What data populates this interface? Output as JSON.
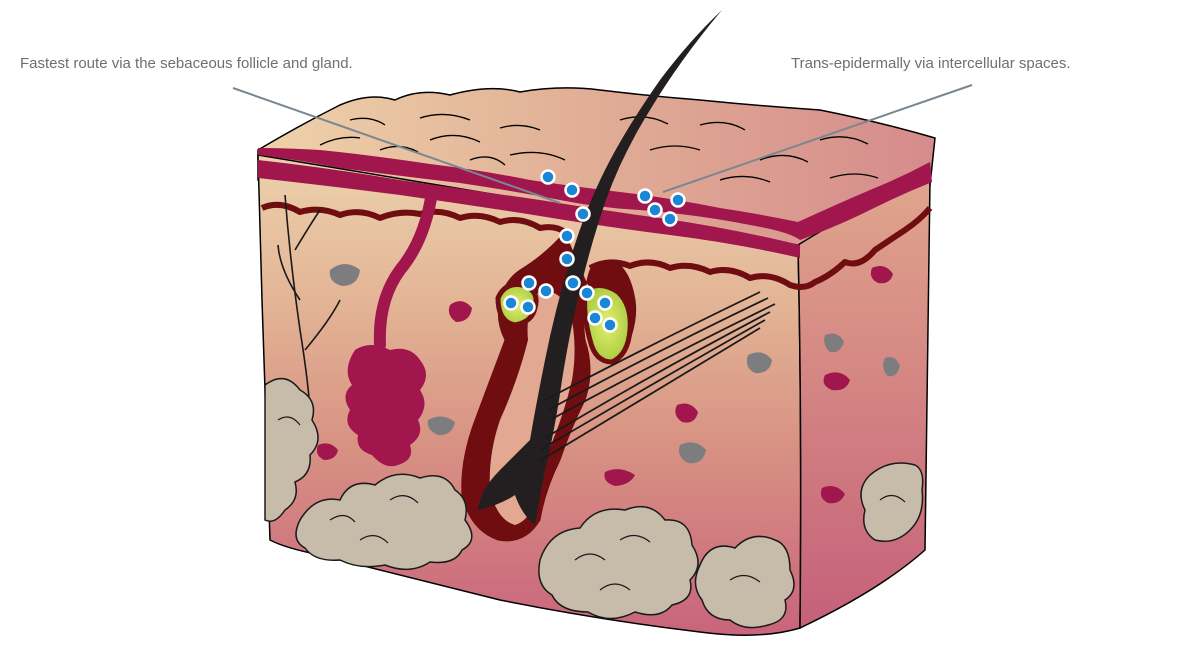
{
  "annotations": {
    "follicle_route": "Fastest route via the sebaceous follicle and gland.",
    "intercellular_route": "Trans-epidermally via intercellular spaces."
  },
  "colors": {
    "background": "#ffffff",
    "epidermis_top": "#e7c49c",
    "dermis_pink": "#d48a8c",
    "deep_dermis": "#c75f78",
    "basal_layer": "#a0164d",
    "follicle_wall": "#6f0d10",
    "hair": "#231f20",
    "sebaceous_gland": "#c9dd3a",
    "fat_tissue": "#c7bba9",
    "particle": "#1a86d6",
    "callout_line": "#7b878f",
    "label_text": "#6f6f6f"
  },
  "icons": {
    "particle": "blue-particle-dot",
    "gland": "sebaceous-gland",
    "sweat_gland": "sweat-gland-coil"
  }
}
